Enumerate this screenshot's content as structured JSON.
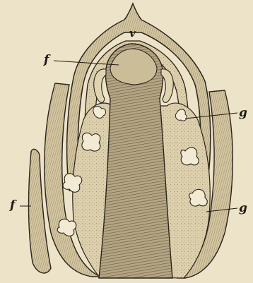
{
  "labels": {
    "v": "v",
    "f_upper": "f",
    "g_upper": "g",
    "f_lower": "f",
    "g_lower": "g"
  },
  "colors": {
    "paper": "#ece3c8",
    "ink": "#2a241c",
    "tissue_light": "#e2d6b4",
    "tissue_mid": "#c8b993",
    "tissue_dark": "#8c7d62"
  }
}
